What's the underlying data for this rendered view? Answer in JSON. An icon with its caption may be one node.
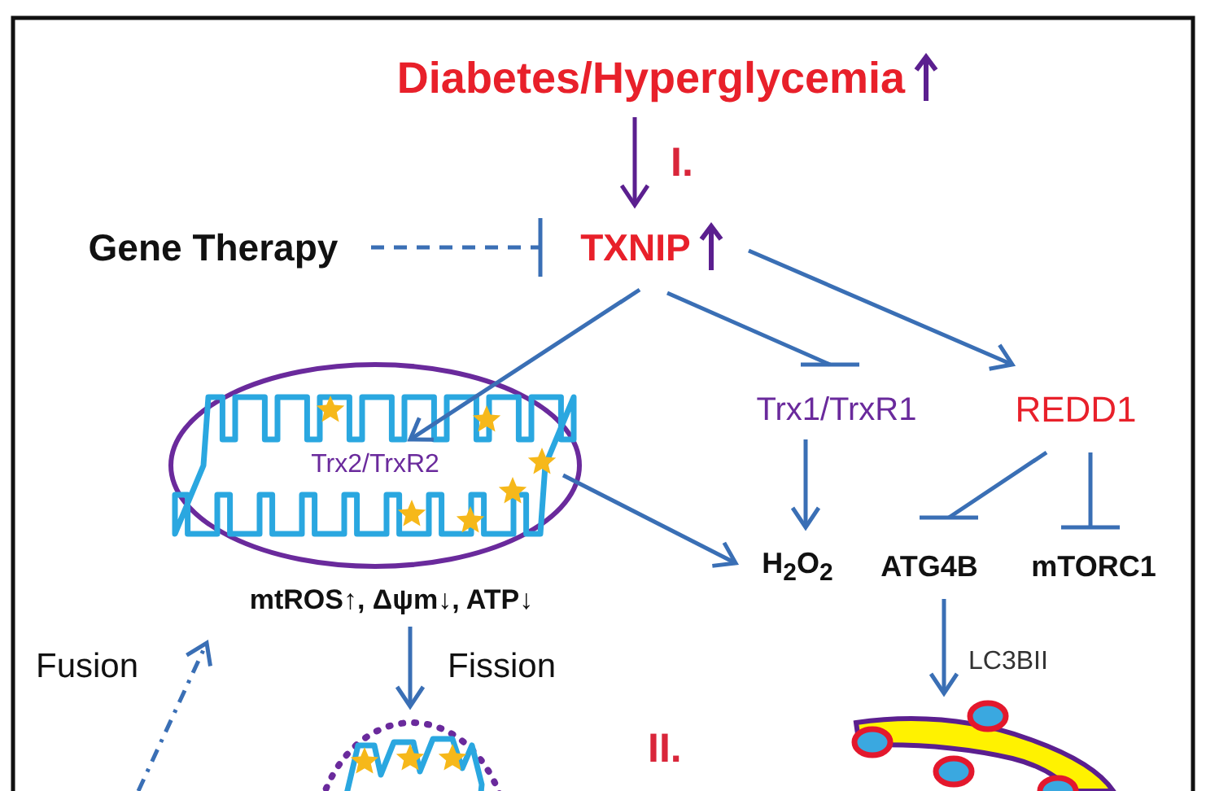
{
  "diagram": {
    "nodes": [
      {
        "text": [
          "Diabetes/Hyperglycemia"
        ]
      },
      {
        "text": [
          "TXNIP"
        ]
      },
      {
        "text": [
          "Gene Therapy"
        ]
      },
      {
        "text": [
          "Trx2/TrxR2"
        ]
      },
      {
        "text": [
          "Trx1/TrxR1"
        ]
      },
      {
        "text": [
          "REDD1"
        ]
      },
      {
        "text": [
          "H$_{2}$O$_{2}$"
        ]
      },
      {
        "text": [
          "ATG4B"
        ]
      },
      {
        "text": [
          "mTORC1"
        ]
      },
      {
        "text": [
          "mtROS↑, Δψm↓, ATP↓"
        ]
      },
      {
        "text": [],
        "shape": "picture"
      },
      {
        "text": [],
        "shape": "picture"
      }
    ],
    "edges": [
      {
        "from": 0,
        "to": 1,
        "arrow": "to",
        "color": "#5b1f8f"
      },
      {
        "from": 2,
        "to": 1,
        "arrow": "other",
        "style": "dashed"
      },
      {
        "from": 1,
        "to": 3,
        "arrow": "to"
      },
      {
        "from": 1,
        "to": 4,
        "arrow": "other"
      },
      {
        "from": 1,
        "to": 5,
        "arrow": "to"
      },
      {
        "from": 4,
        "to": 6,
        "arrow": "to"
      },
      {
        "from": 3,
        "to": 6,
        "arrow": "to"
      },
      {
        "from": 5,
        "to": 7,
        "arrow": "other"
      },
      {
        "from": 5,
        "to": 8,
        "arrow": "other"
      },
      {
        "from": 7,
        "to": 11,
        "arrow": "to",
        "label": "LC3BII"
      },
      {
        "from": 9,
        "to": 10,
        "arrow": "to",
        "label": "Fission"
      },
      {
        "from": null,
        "to": 9,
        "arrow": "to",
        "label": "Fusion",
        "style": "dashed"
      }
    ],
    "labels": [
      "I.",
      "II."
    ]
  }
}
